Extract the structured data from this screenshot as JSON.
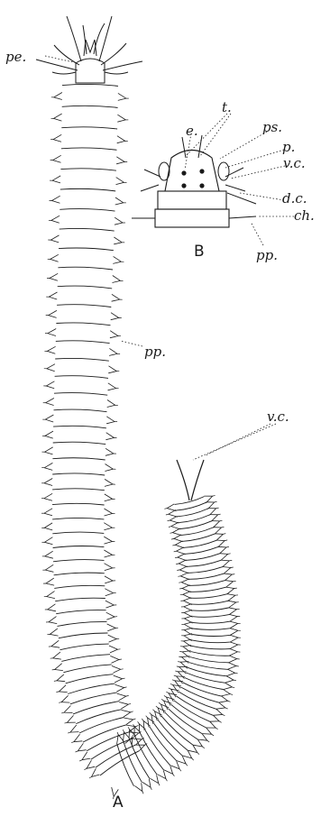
{
  "figure": {
    "labels": {
      "pe": "pe.",
      "pp_a": "pp.",
      "vc_a": "v.c.",
      "t": "t.",
      "e": "e.",
      "ps": "ps.",
      "p": "p.",
      "vc_b": "v.c.",
      "dc": "d.c.",
      "ch": "ch.",
      "pp_b": "pp."
    },
    "panel_a": "A",
    "panel_b": "B"
  },
  "colors": {
    "ink": "#1a1a1a",
    "paper": "#ffffff"
  }
}
